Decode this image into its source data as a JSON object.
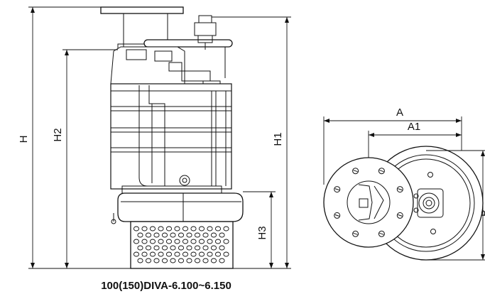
{
  "title": "100(150)DIVA-6.100~6.150",
  "dimensions": {
    "H": "H",
    "H1": "H1",
    "H2": "H2",
    "H3": "H3",
    "A": "A",
    "A1": "A1",
    "B": "B"
  },
  "colors": {
    "line": "#111111",
    "background": "#ffffff"
  }
}
